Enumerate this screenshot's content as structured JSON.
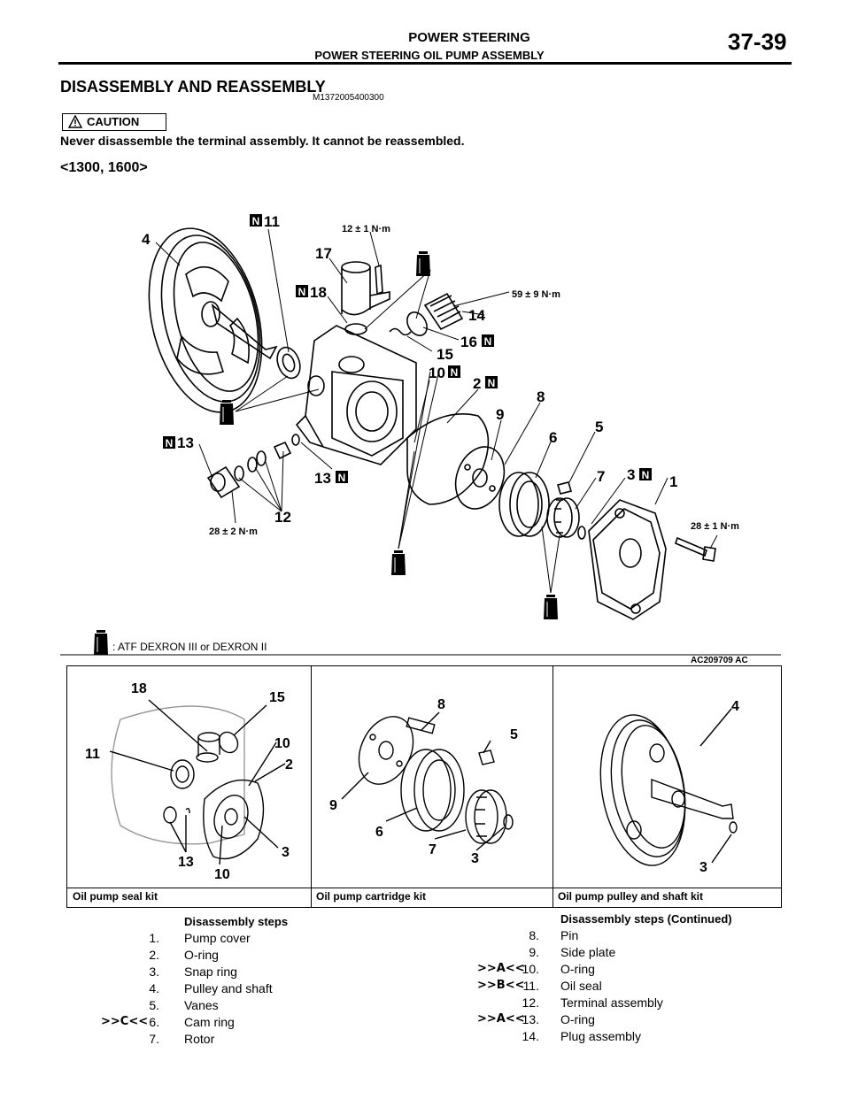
{
  "header": {
    "section": "POWER STEERING",
    "subsection": "POWER STEERING OIL PUMP ASSEMBLY",
    "page_number": "37-39"
  },
  "title": "DISASSEMBLY AND REASSEMBLY",
  "doc_code": "M1372005400300",
  "caution": {
    "label": "CAUTION",
    "text": "Never disassemble the terminal assembly. It cannot be reassembled."
  },
  "variant": "<1300, 1600>",
  "figure": {
    "id": "AC209709 AC",
    "legend": ": ATF DEXRON III or DEXRON II",
    "new_part_mark": "N",
    "callouts": [
      "1",
      "2",
      "3",
      "4",
      "5",
      "6",
      "7",
      "8",
      "9",
      "10",
      "11",
      "12",
      "13",
      "13",
      "14",
      "15",
      "16",
      "17",
      "18"
    ],
    "torques": {
      "t1": "12 ± 1 N·m",
      "t2": "59 ± 9 N·m",
      "t3": "28 ± 2 N·m",
      "t4": "28 ± 1 N·m"
    }
  },
  "kits": [
    {
      "name": "Oil pump seal kit",
      "callouts": [
        "18",
        "15",
        "11",
        "10",
        "2",
        "13",
        "10",
        "3"
      ]
    },
    {
      "name": "Oil pump cartridge kit",
      "callouts": [
        "8",
        "5",
        "9",
        "6",
        "7",
        "3"
      ]
    },
    {
      "name": "Oil pump pulley and shaft kit",
      "callouts": [
        "4",
        "3"
      ]
    }
  ],
  "steps_left": {
    "title": "Disassembly steps",
    "items": [
      {
        "tag": "",
        "num": "1.",
        "text": "Pump cover"
      },
      {
        "tag": "",
        "num": "2.",
        "text": "O-ring"
      },
      {
        "tag": "",
        "num": "3.",
        "text": "Snap ring"
      },
      {
        "tag": "",
        "num": "4.",
        "text": "Pulley and shaft"
      },
      {
        "tag": "",
        "num": "5.",
        "text": "Vanes"
      },
      {
        "tag": ">>C<<",
        "num": "6.",
        "text": "Cam ring"
      },
      {
        "tag": "",
        "num": "7.",
        "text": "Rotor"
      }
    ]
  },
  "steps_right": {
    "title": "Disassembly steps (Continued)",
    "items": [
      {
        "tag": "",
        "num": "8.",
        "text": "Pin"
      },
      {
        "tag": "",
        "num": "9.",
        "text": "Side plate"
      },
      {
        "tag": ">>A<<",
        "num": "10.",
        "text": "O-ring"
      },
      {
        "tag": ">>B<<",
        "num": "11.",
        "text": "Oil seal"
      },
      {
        "tag": "",
        "num": "12.",
        "text": "Terminal assembly"
      },
      {
        "tag": ">>A<<",
        "num": "13.",
        "text": "O-ring"
      },
      {
        "tag": "",
        "num": "14.",
        "text": "Plug assembly"
      }
    ]
  }
}
